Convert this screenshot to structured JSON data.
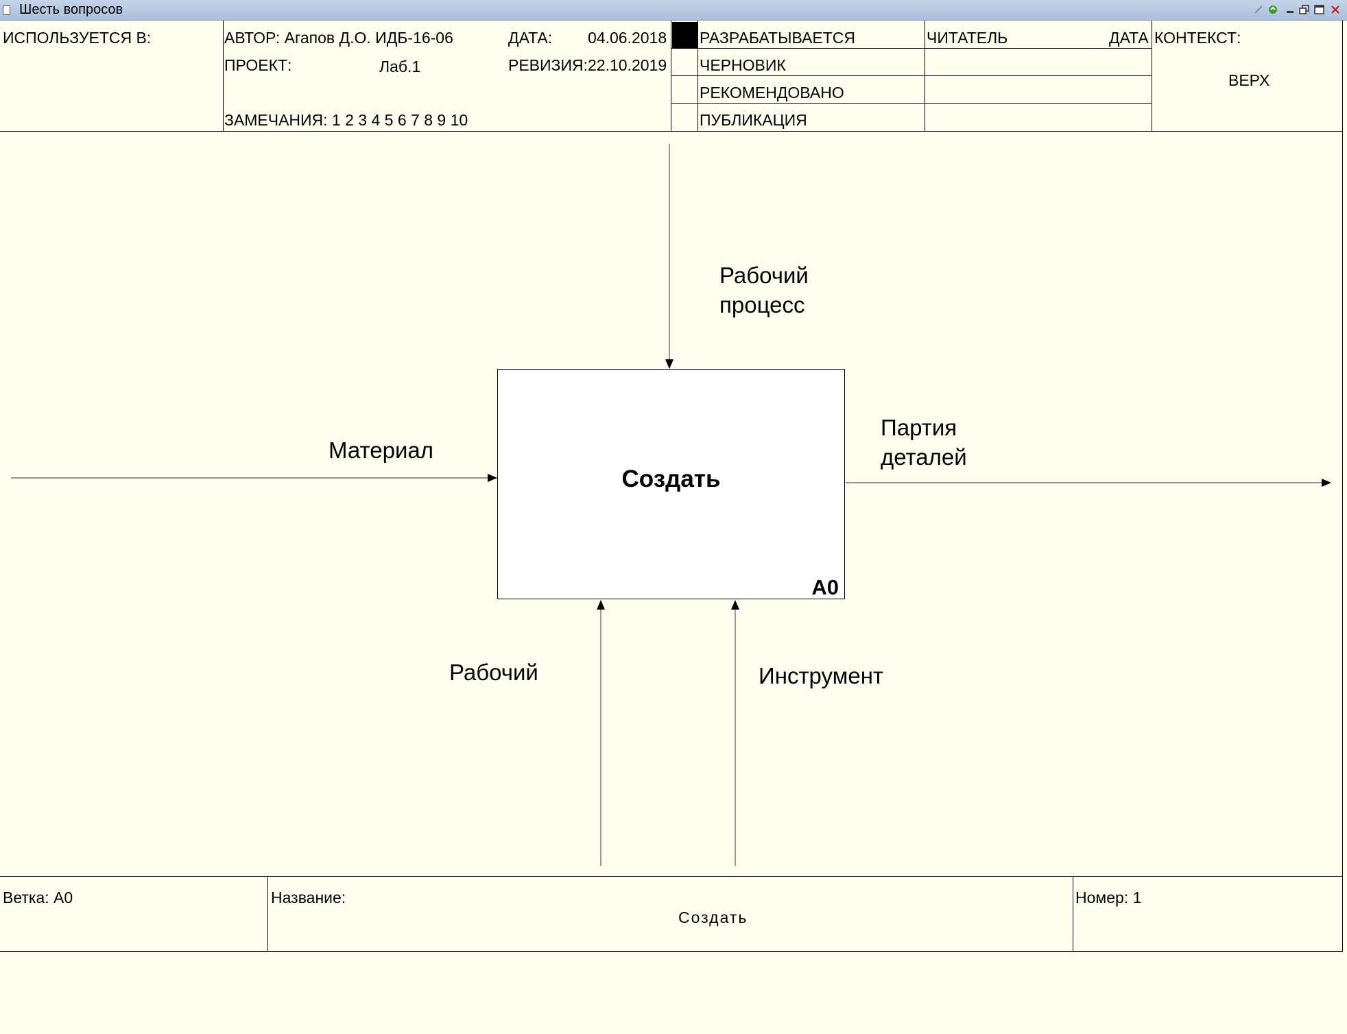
{
  "window": {
    "title": "Шесть вопросов"
  },
  "header": {
    "used_in_label": "ИСПОЛЬЗУЕТСЯ В:",
    "author": "АВТОР: Агапов Д.О. ИДБ-16-06",
    "project_label": "ПРОЕКТ:",
    "project_value": "Лаб.1",
    "notes": "ЗАМЕЧАНИЯ: 1 2 3 4 5 6 7 8 9 10",
    "date_label": "ДАТА:",
    "date_value": "04.06.2018",
    "revision_label": "РЕВИЗИЯ:",
    "revision_value": "22.10.2019",
    "status_working": "РАЗРАБАТЫВАЕТСЯ",
    "status_draft": "ЧЕРНОВИК",
    "status_recommended": "РЕКОМЕНДОВАНО",
    "status_publication": "ПУБЛИКАЦИЯ",
    "reader_label": "ЧИТАТЕЛЬ",
    "reader_date_label": "ДАТА",
    "context_label": "КОНТЕКСТ:",
    "context_value": "ВЕРХ"
  },
  "diagram": {
    "box": {
      "name": "Создать",
      "number": "A0"
    },
    "arrows": {
      "control": [
        "Рабочий",
        "процесс"
      ],
      "input": "Материал",
      "output": [
        "Партия",
        "деталей"
      ],
      "mechanism_1": "Рабочий",
      "mechanism_2": "Инструмент"
    }
  },
  "footer": {
    "node_label": "Ветка: A0",
    "title_label": "Название:",
    "title_value": "Создать",
    "number_label": "Номер: 1"
  },
  "colors": {
    "canvas": "#fffff0",
    "box_fill": "#ffffff",
    "titlebar": "#b5c7e1",
    "status_marker": "#000000"
  }
}
